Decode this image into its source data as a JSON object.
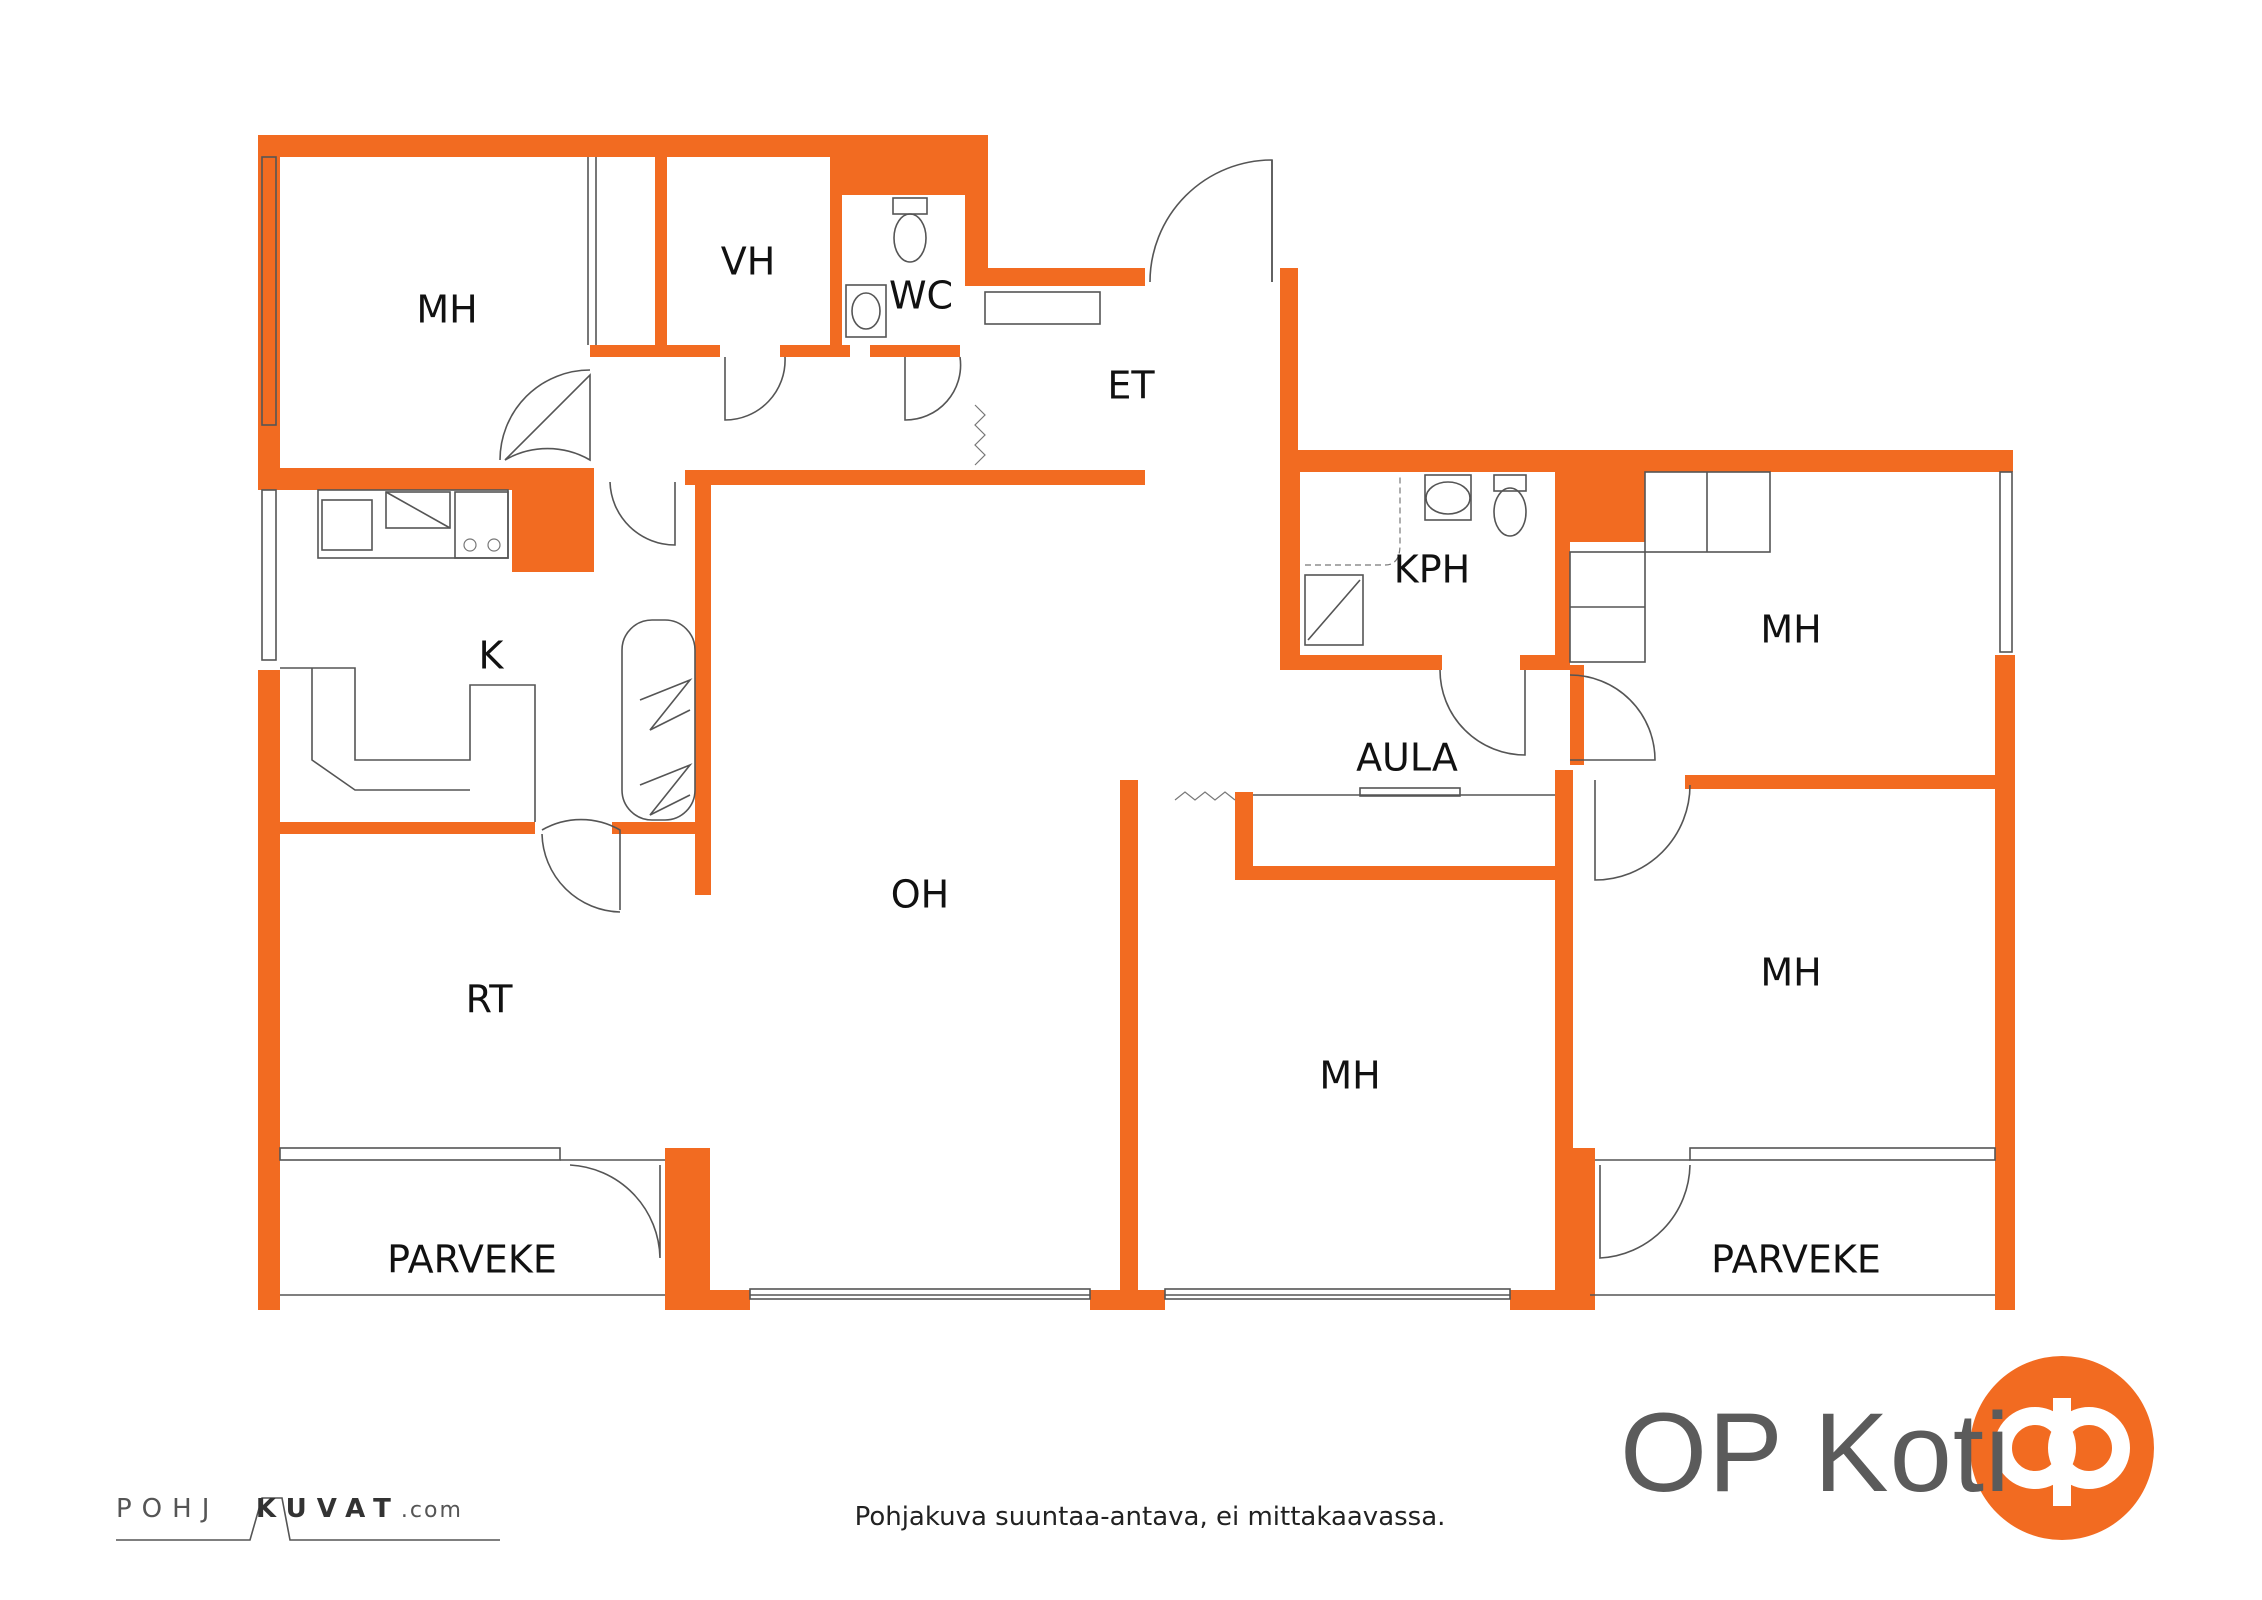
{
  "rooms": [
    {
      "id": "mh1",
      "label": "MH"
    },
    {
      "id": "vh",
      "label": "VH"
    },
    {
      "id": "wc",
      "label": "WC"
    },
    {
      "id": "et",
      "label": "ET"
    },
    {
      "id": "kph",
      "label": "KPH"
    },
    {
      "id": "mh2",
      "label": "MH"
    },
    {
      "id": "k",
      "label": "K"
    },
    {
      "id": "aula",
      "label": "AULA"
    },
    {
      "id": "oh",
      "label": "OH"
    },
    {
      "id": "rt",
      "label": "RT"
    },
    {
      "id": "mh3",
      "label": "MH"
    },
    {
      "id": "mh4",
      "label": "MH"
    },
    {
      "id": "parveke1",
      "label": "PARVEKE"
    },
    {
      "id": "parveke2",
      "label": "PARVEKE"
    }
  ],
  "caption": "Pohjakuva suuntaa-antava, ei mittakaavassa.",
  "brand": {
    "name": "OP Koti",
    "color": "#F26B21"
  },
  "credit": {
    "part1": "POHJ",
    "part2": "KUVAT",
    "suffix": ".com"
  },
  "colors": {
    "wall": "#F26B21",
    "line": "#555555"
  }
}
